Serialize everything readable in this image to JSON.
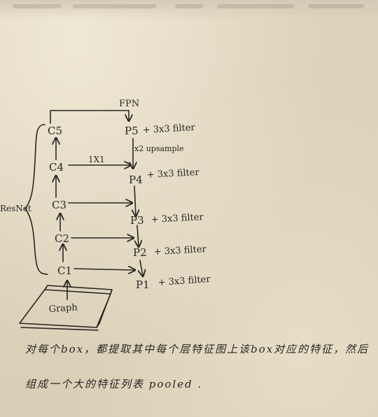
{
  "diagram": {
    "fpn_label": "FPN",
    "resnet_label": "ResNet",
    "input_label": "Graph",
    "conv_1x1_label": "1X1",
    "upsample_label": "x2 upsample",
    "backbone_nodes": [
      "C5",
      "C4",
      "C3",
      "C2",
      "C1"
    ],
    "pyramid_nodes": [
      "P5",
      "P4",
      "P3",
      "P2",
      "P1"
    ],
    "filter_labels": [
      "+ 3x3 filter",
      "+ 3x3 filter",
      "+ 3x3 filter",
      "+ 3x3 filter",
      "+ 3x3 filter"
    ]
  },
  "notes": {
    "line_1": "对每个box，都提取其中每个层特征图上该box对应的特征，然后",
    "line_2": "组成一个大的特征列表 pooled ."
  },
  "colors": {
    "ink": "#2a2622",
    "paper": "#dcd3bd"
  }
}
